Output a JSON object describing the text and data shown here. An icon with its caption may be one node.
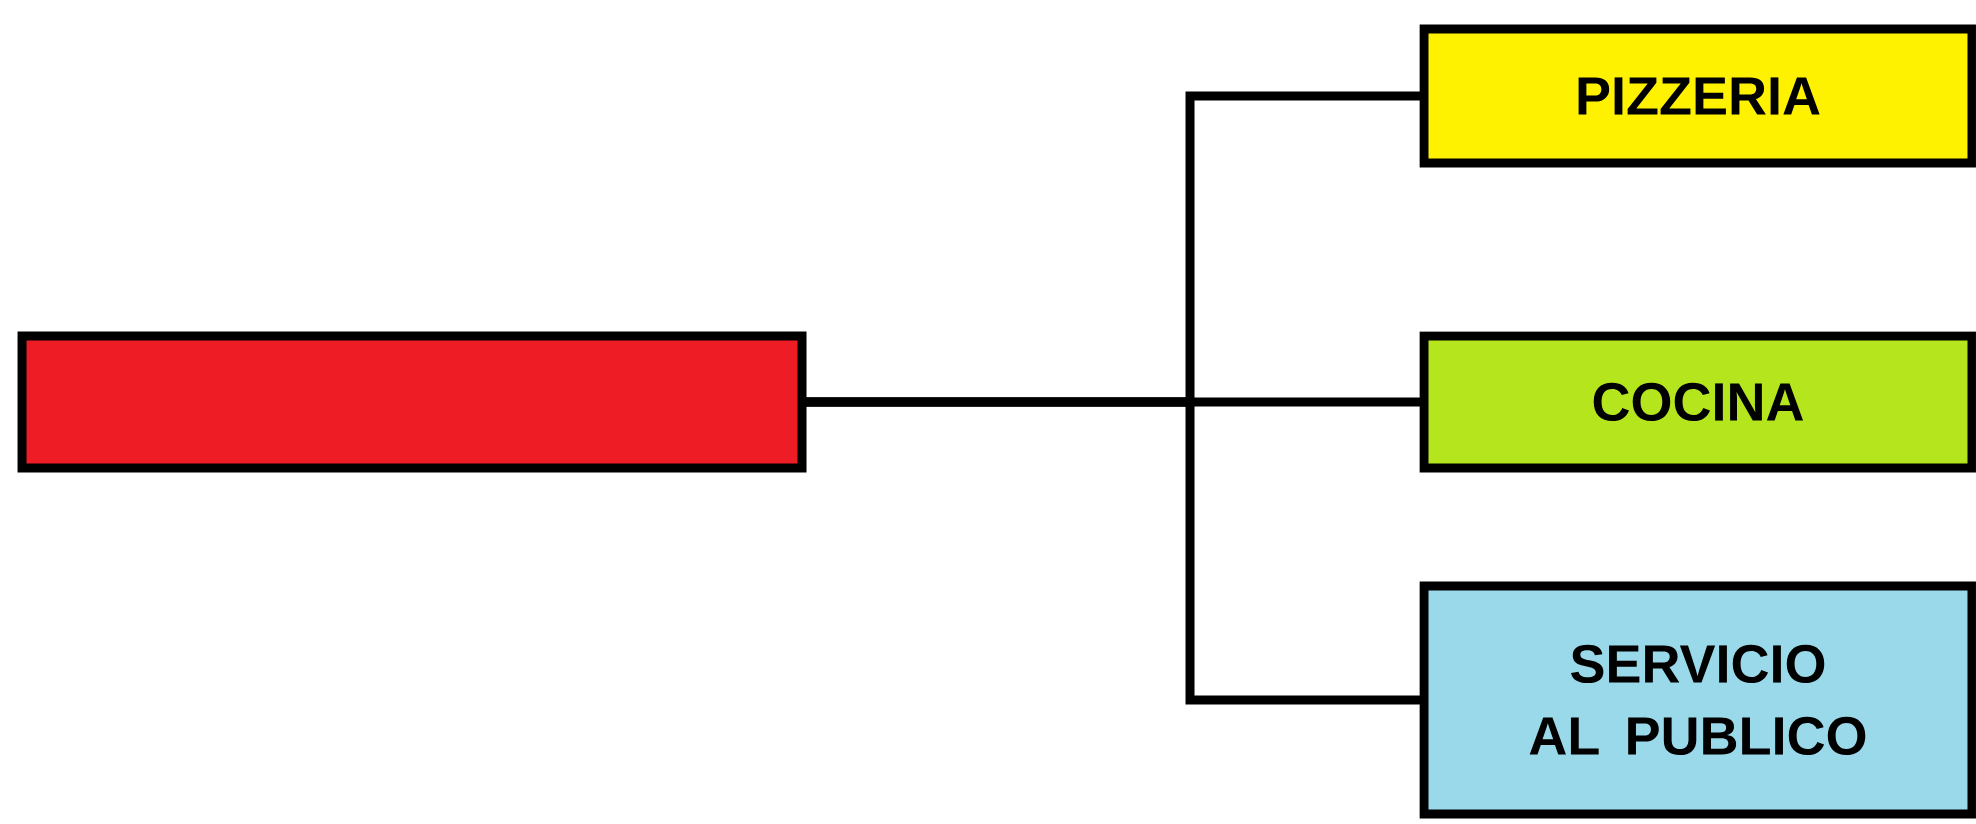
{
  "diagram": {
    "nodes": [
      {
        "text": [],
        "shape": "box"
      },
      {
        "text": [
          "PIZZERIA"
        ]
      },
      {
        "text": [
          "COCINA"
        ]
      },
      {
        "text": [
          "SERVICIO AL PUBLICO"
        ]
      }
    ],
    "edges": [
      {
        "from": 0,
        "to": 1,
        "arrow": "none"
      },
      {
        "from": 0,
        "to": 2,
        "arrow": "none"
      },
      {
        "from": 0,
        "to": 3,
        "arrow": "none"
      }
    ]
  }
}
